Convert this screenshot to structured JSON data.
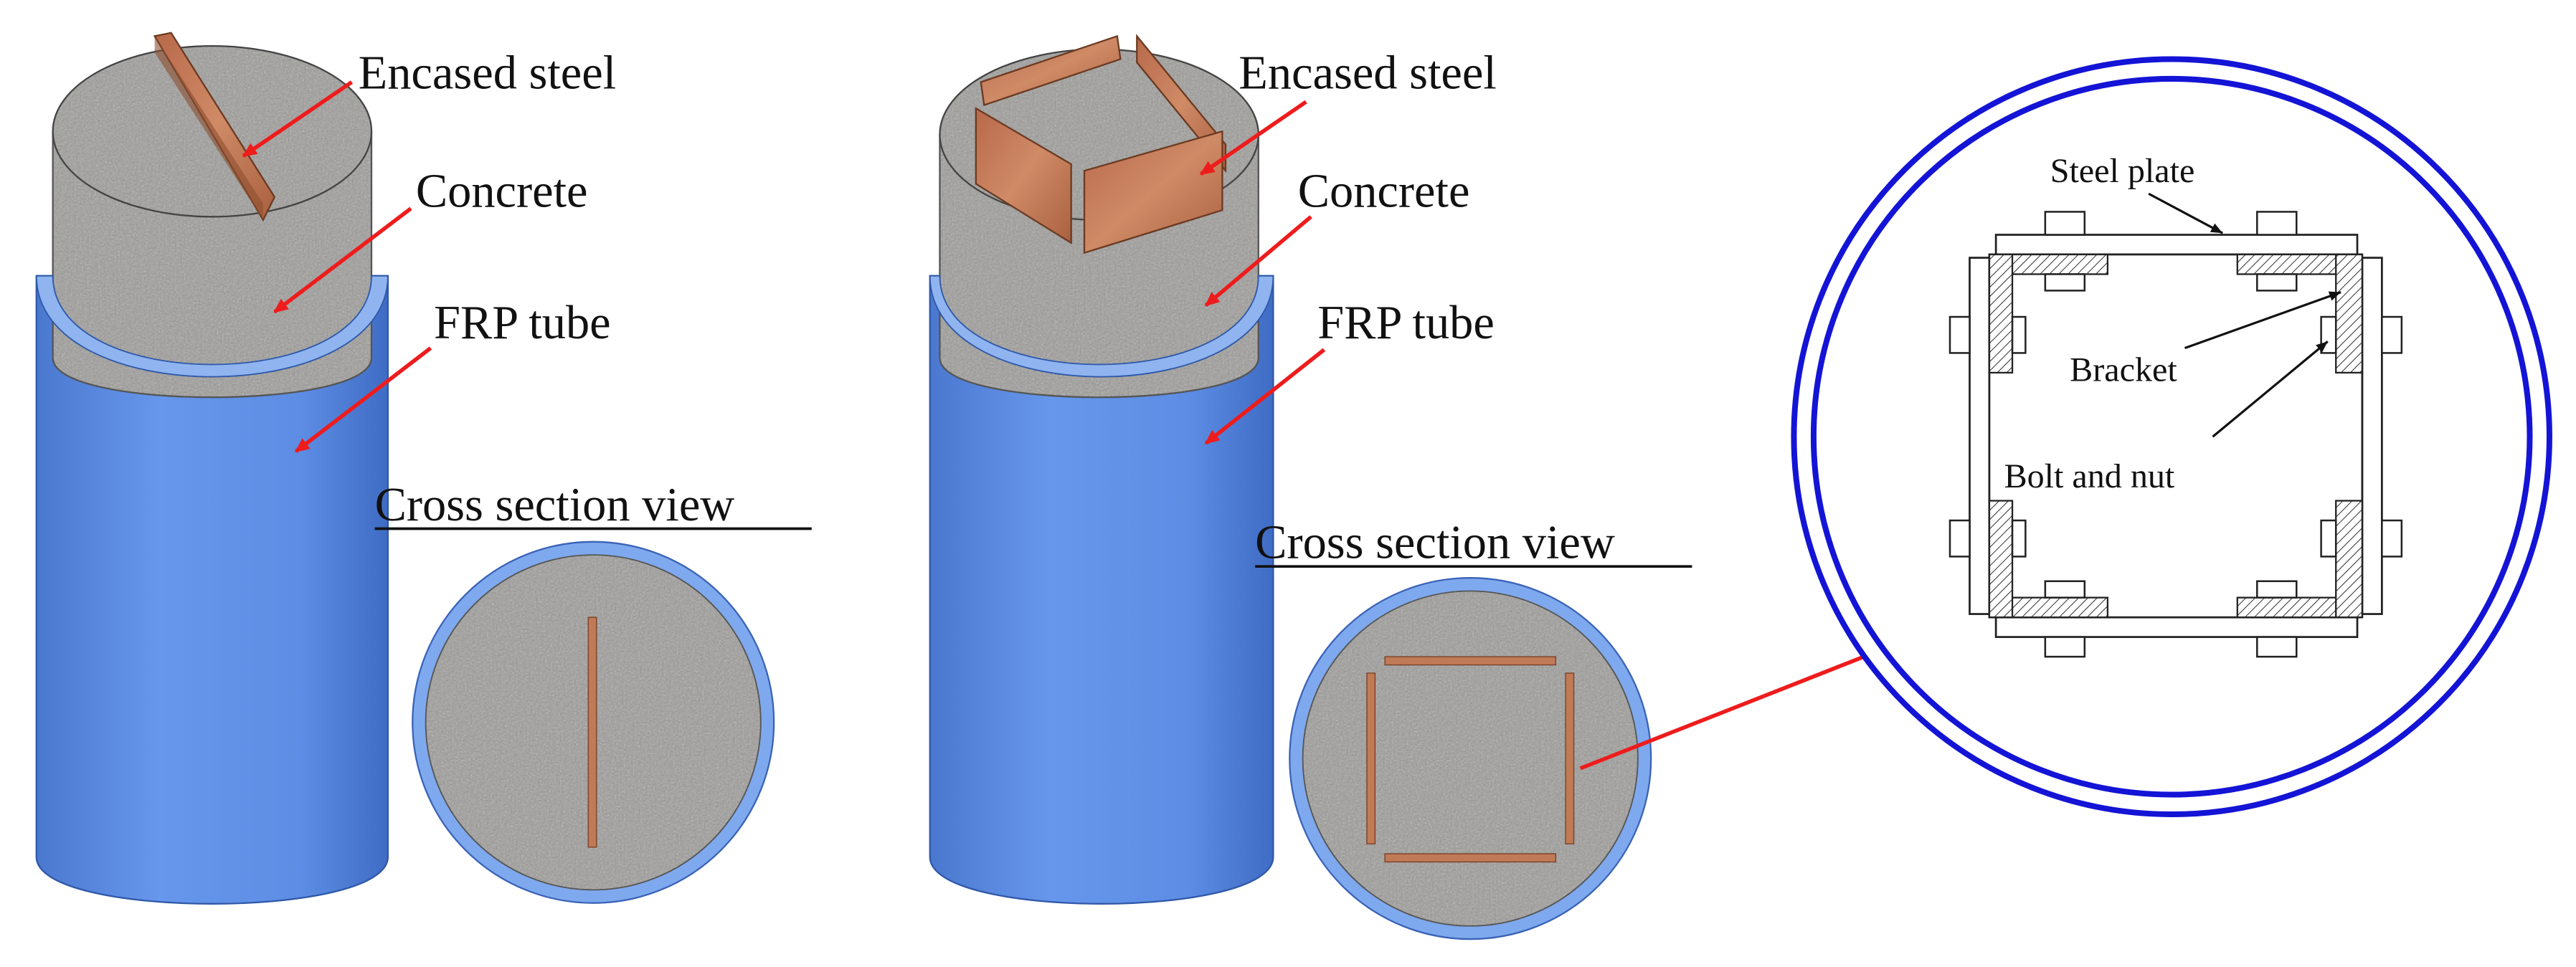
{
  "column1": {
    "labels": {
      "encased_steel": "Encased steel",
      "concrete": "Concrete",
      "frp_tube": "FRP tube",
      "cross_section_view": "Cross section view"
    }
  },
  "column2": {
    "labels": {
      "encased_steel": "Encased steel",
      "concrete": "Concrete",
      "frp_tube": "FRP tube",
      "cross_section_view": "Cross section view"
    }
  },
  "detail": {
    "labels": {
      "steel_plate": "Steel plate",
      "bracket": "Bracket",
      "bolt_and_nut": "Bolt and nut"
    }
  },
  "colors": {
    "frp_blue": "#5f8fe6",
    "frp_rim": "#8fb4f0",
    "concrete": "#9a9a98",
    "steel_copper": "#c07a55",
    "arrow_red": "#ee1c1c",
    "detail_ring_blue": "#1414d6"
  }
}
